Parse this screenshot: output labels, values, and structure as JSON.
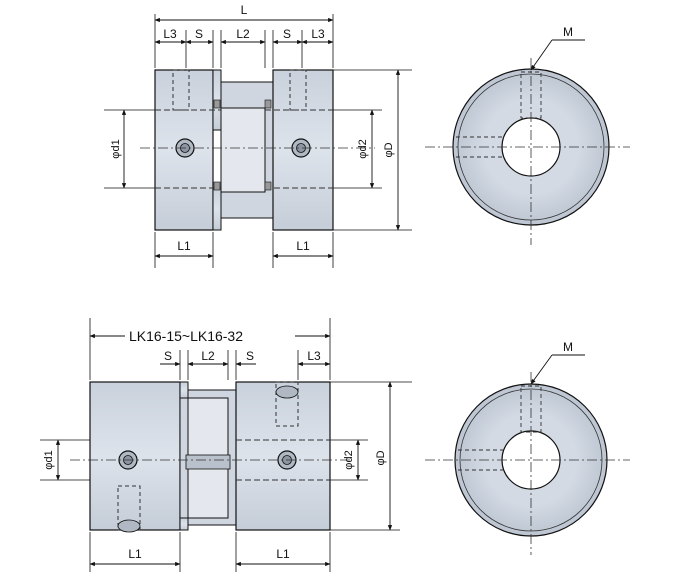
{
  "top_view": {
    "L": "L",
    "L3_left": "L3",
    "S_left": "S",
    "L2": "L2",
    "S_right": "S",
    "L3_right": "L3",
    "L1_left": "L1",
    "L1_right": "L1",
    "d1": "φd1",
    "d2": "φd2",
    "D": "φD",
    "M": "M"
  },
  "bottom_view": {
    "range": "LK16-15~LK16-32",
    "S_left": "S",
    "L2": "L2",
    "S_right": "S",
    "L3": "L3",
    "L1_left": "L1",
    "L1_right": "L1",
    "d1": "φd1",
    "d2": "φd2",
    "D": "φD",
    "M": "M"
  },
  "colors": {
    "body_fill": "#d6dde7",
    "body_shade": "#bfc8d4",
    "line": "#111111",
    "center_line": "#333333"
  }
}
